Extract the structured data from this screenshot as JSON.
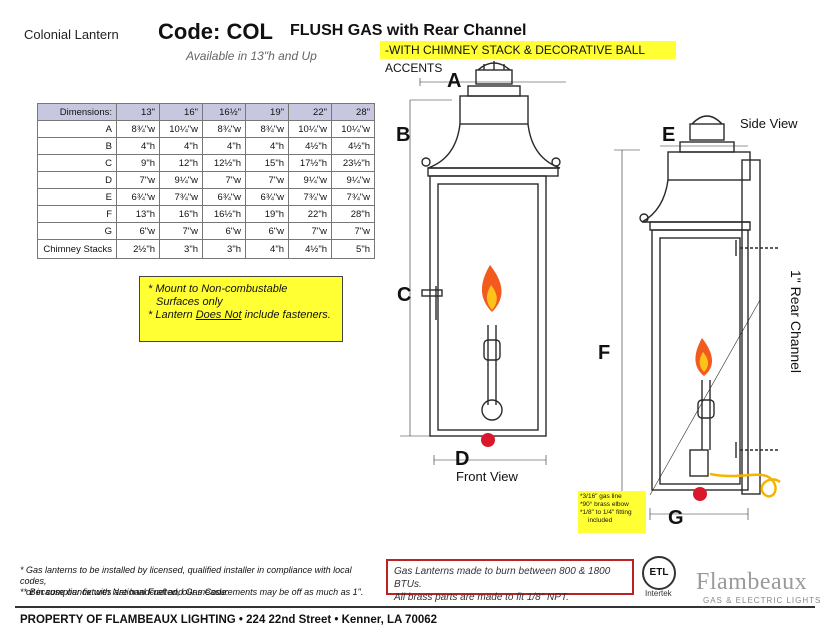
{
  "header": {
    "series": "Colonial Lantern",
    "code": "Code: COL",
    "product": "FLUSH GAS with Rear Channel",
    "availability": "Available in 13\"h and Up",
    "highlight": "-WITH CHIMNEY STACK & DECORATIVE BALL ACCENTS"
  },
  "dimensions": {
    "header_label": "Dimensions:",
    "sizes": [
      "13\"",
      "16\"",
      "16½\"",
      "19\"",
      "22\"",
      "28\""
    ],
    "rows": [
      {
        "label": "A",
        "values": [
          "8¾\"w",
          "10¼\"w",
          "8¾\"w",
          "8¾\"w",
          "10¼\"w",
          "10¼\"w"
        ]
      },
      {
        "label": "B",
        "values": [
          "4\"h",
          "4\"h",
          "4\"h",
          "4\"h",
          "4½\"h",
          "4½\"h"
        ]
      },
      {
        "label": "C",
        "values": [
          "9\"h",
          "12\"h",
          "12½\"h",
          "15\"h",
          "17½\"h",
          "23½\"h"
        ]
      },
      {
        "label": "D",
        "values": [
          "7\"w",
          "9¼\"w",
          "7\"w",
          "7\"w",
          "9¼\"w",
          "9¼\"w"
        ]
      },
      {
        "label": "E",
        "values": [
          "6¾\"w",
          "7¾\"w",
          "6¾\"w",
          "6¾\"w",
          "7¾\"w",
          "7¾\"w"
        ]
      },
      {
        "label": "F",
        "values": [
          "13\"h",
          "16\"h",
          "16½\"h",
          "19\"h",
          "22\"h",
          "28\"h"
        ]
      },
      {
        "label": "G",
        "values": [
          "6\"w",
          "7\"w",
          "6\"w",
          "6\"w",
          "7\"w",
          "7\"w"
        ]
      },
      {
        "label": "Chimney Stacks",
        "values": [
          "2½\"h",
          "3\"h",
          "3\"h",
          "4\"h",
          "4½\"h",
          "5\"h"
        ]
      }
    ]
  },
  "note": {
    "line1": "* Mount to Non-combustable",
    "line2": "Surfaces only",
    "line3_pre": "* Lantern ",
    "line3_u": "Does Not",
    "line3_post": " include fasteners."
  },
  "diagram": {
    "letters": {
      "A": "A",
      "B": "B",
      "C": "C",
      "D": "D",
      "E": "E",
      "F": "F",
      "G": "G"
    },
    "front_view": "Front View",
    "side_view": "Side View",
    "rear_channel": "1\" Rear Channel",
    "fitting": [
      "*3/16\" gas line",
      "*90° brass elbow",
      "*1/8\" to 1/4\" fitting",
      "included"
    ],
    "colors": {
      "flame_outer": "#f25a1e",
      "flame_inner": "#ffc21a",
      "gas_line": "#f5b400",
      "burner_red": "#d9182a"
    }
  },
  "footer": {
    "note1_line1": "* Gas lanterns to be installed by licensed, qualified installer in compliance with local codes,",
    "note1_line2": "or in compliance with National Fuel and Gas Code:",
    "note2": "** Because our fixtures are handcrafted, our measurements may be off as much as 1\".",
    "gas_line1": "Gas Lanterns made to burn between 800 & 1800 BTUs.",
    "gas_line2": "All brass parts are made to fit 1/8\" NPT.",
    "cert": "ETL",
    "cert_sub": "Intertek",
    "brand": "Flambeaux",
    "brand_sub": "GAS & ELECTRIC LIGHTS",
    "address": "PROPERTY OF FLAMBEAUX LIGHTING • 224 22nd Street • Kenner, LA 70062"
  }
}
